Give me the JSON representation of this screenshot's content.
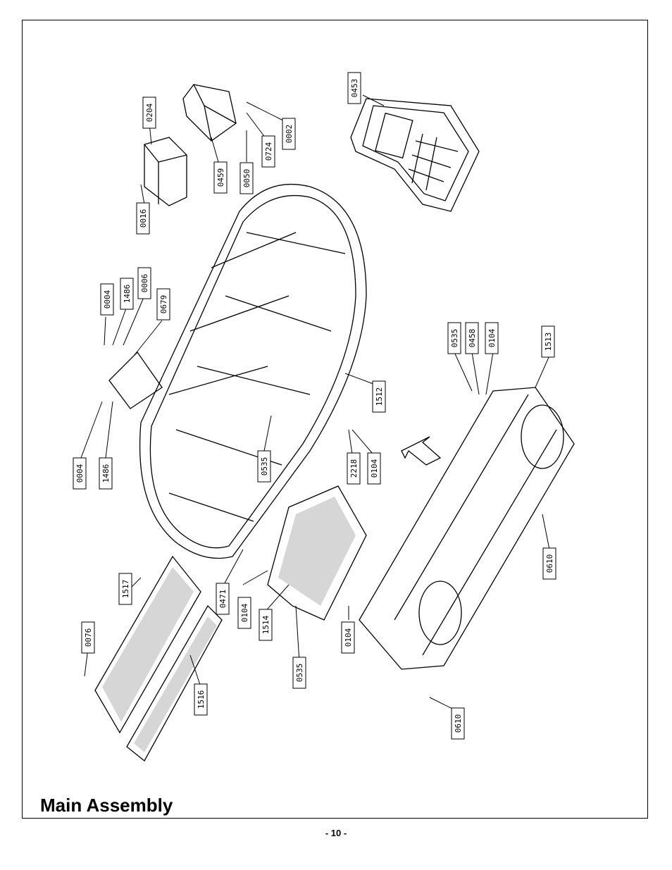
{
  "page": {
    "title": "Main Assembly",
    "page_number": "- 10 -"
  },
  "labels": {
    "p0453": "0453",
    "p0204": "0204",
    "p0002": "0002",
    "p0724": "0724",
    "p0050": "0050",
    "p0459": "0459",
    "p0016": "0016",
    "p0004a": "0004",
    "p1486a": "1486",
    "p0006": "0006",
    "p0679": "0679",
    "p0004b": "0004",
    "p1486b": "1486",
    "p0535a": "0535",
    "p2218": "2218",
    "p0104a": "0104",
    "p1512": "1512",
    "p0535b": "0535",
    "p0458": "0458",
    "p0104b": "0104",
    "p1513": "1513",
    "p0610a": "0610",
    "p0610b": "0610",
    "p1517": "1517",
    "p0076": "0076",
    "p1516": "1516",
    "p0471": "0471",
    "p0104c": "0104",
    "p1514": "1514",
    "p0104d": "0104",
    "p0535c": "0535"
  }
}
